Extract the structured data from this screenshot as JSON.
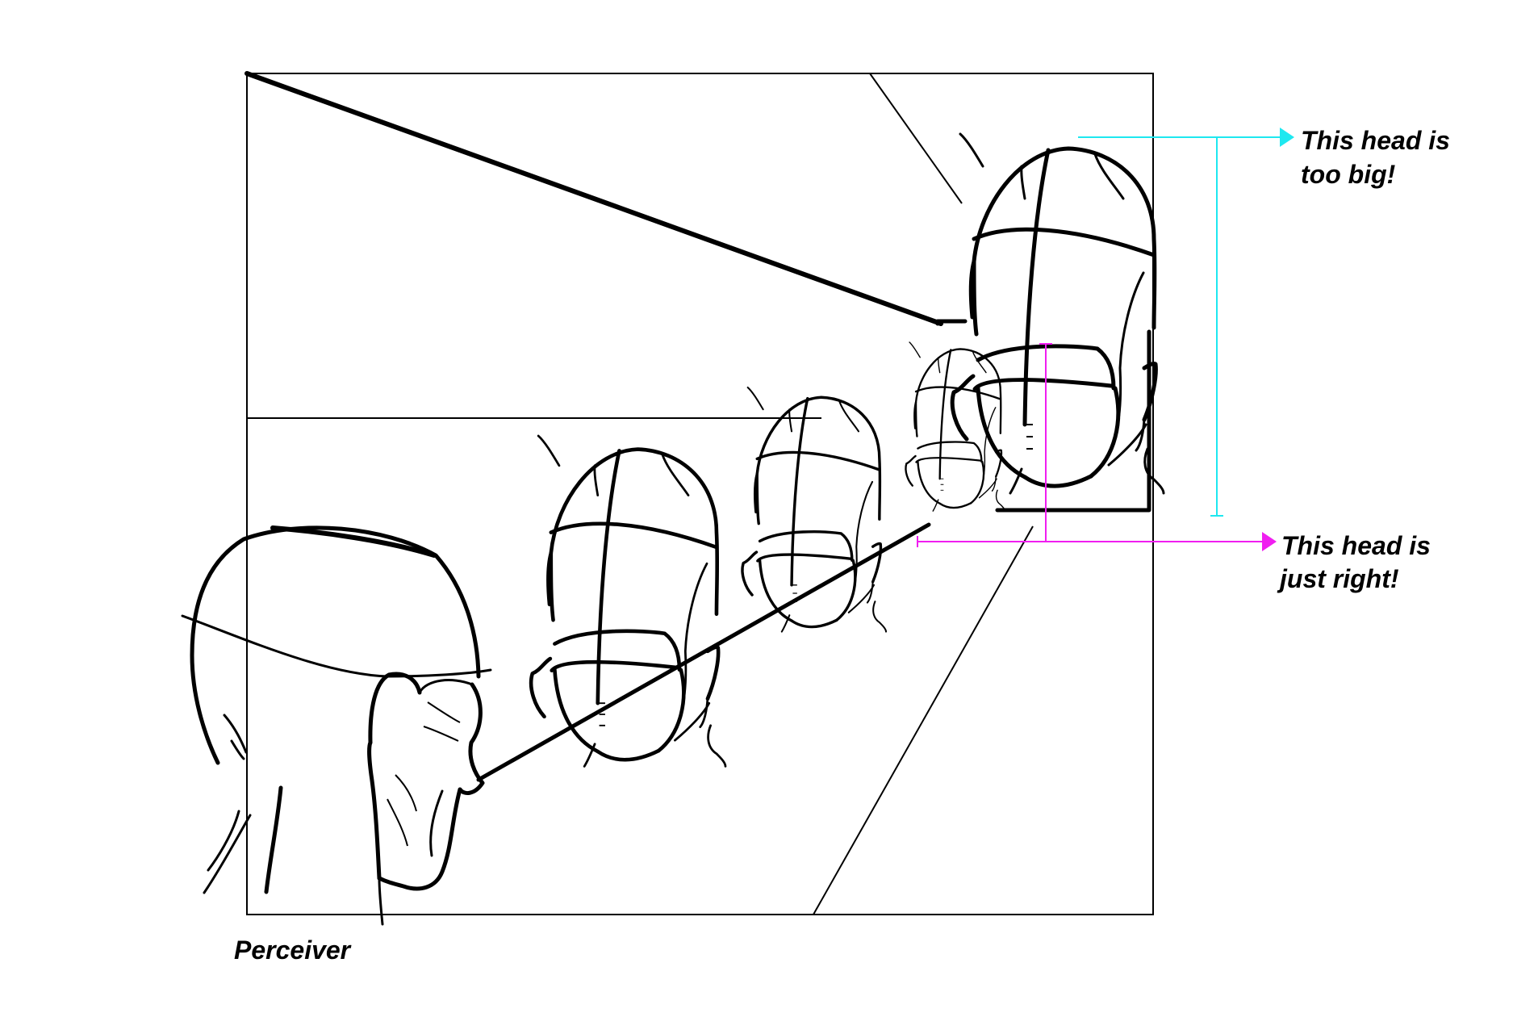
{
  "labels": {
    "too_big": [
      "This head is",
      "too big!"
    ],
    "just_right": [
      "This head is",
      "just right!"
    ],
    "perceiver": "Perceiver"
  },
  "colors": {
    "outline": "#000000",
    "too_big_marker": "#1ee8f0",
    "just_right_marker": "#f01ef0"
  }
}
